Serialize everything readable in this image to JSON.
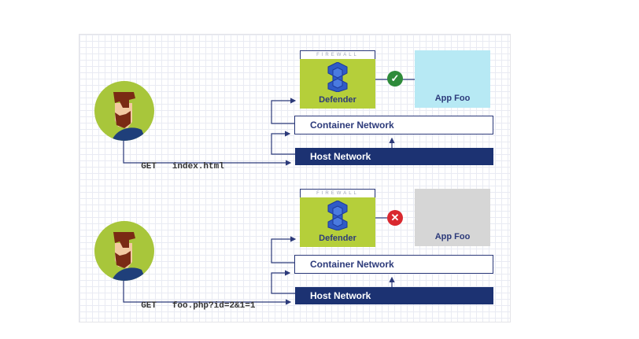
{
  "colors": {
    "firewall": "#b5cf3a",
    "network_dark": "#1c3272",
    "app_allowed": "#b7e9f4",
    "app_blocked": "#d6d6d6",
    "allow_badge": "#2e8b3a",
    "block_badge": "#d9282f"
  },
  "scenarios": [
    {
      "request": {
        "method": "GET",
        "path": "index.html"
      },
      "firewall": {
        "label": "FIREWALL",
        "name": "Defender",
        "icon": "defender-cube-icon"
      },
      "verdict": {
        "status": "allowed",
        "icon": "check-icon",
        "glyph": "✓"
      },
      "app": {
        "name": "App Foo"
      },
      "container_network": "Container Network",
      "host_network": "Host Network"
    },
    {
      "request": {
        "method": "GET",
        "path": "foo.php?id=2&1=1"
      },
      "firewall": {
        "label": "FIREWALL",
        "name": "Defender",
        "icon": "defender-cube-icon"
      },
      "verdict": {
        "status": "blocked",
        "icon": "x-icon",
        "glyph": "✕"
      },
      "app": {
        "name": "App Foo"
      },
      "container_network": "Container Network",
      "host_network": "Host Network"
    }
  ]
}
